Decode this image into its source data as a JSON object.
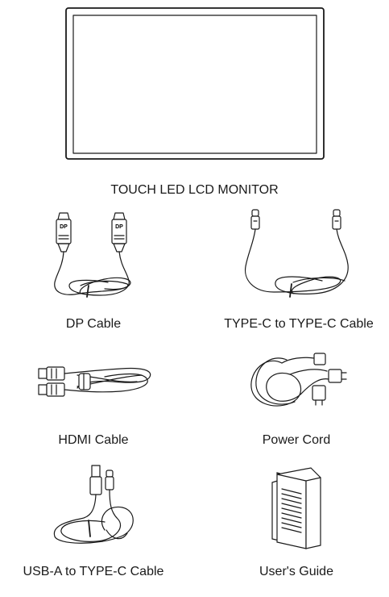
{
  "items": {
    "monitor": {
      "label": "TOUCH LED LCD MONITOR",
      "icon": "monitor-icon"
    },
    "dp_cable": {
      "label": "DP Cable",
      "icon": "dp-cable-icon",
      "connector_text": "DP"
    },
    "typec_cable": {
      "label": "TYPE-C to TYPE-C Cable",
      "icon": "usb-c-cable-icon"
    },
    "hdmi_cable": {
      "label": "HDMI Cable",
      "icon": "hdmi-cable-icon"
    },
    "power_cord": {
      "label": "Power Cord",
      "icon": "power-cord-icon"
    },
    "usba_cable": {
      "label": "USB-A to TYPE-C Cable",
      "icon": "usb-a-cable-icon"
    },
    "users_guide": {
      "label": "User's Guide",
      "icon": "booklet-icon"
    }
  }
}
